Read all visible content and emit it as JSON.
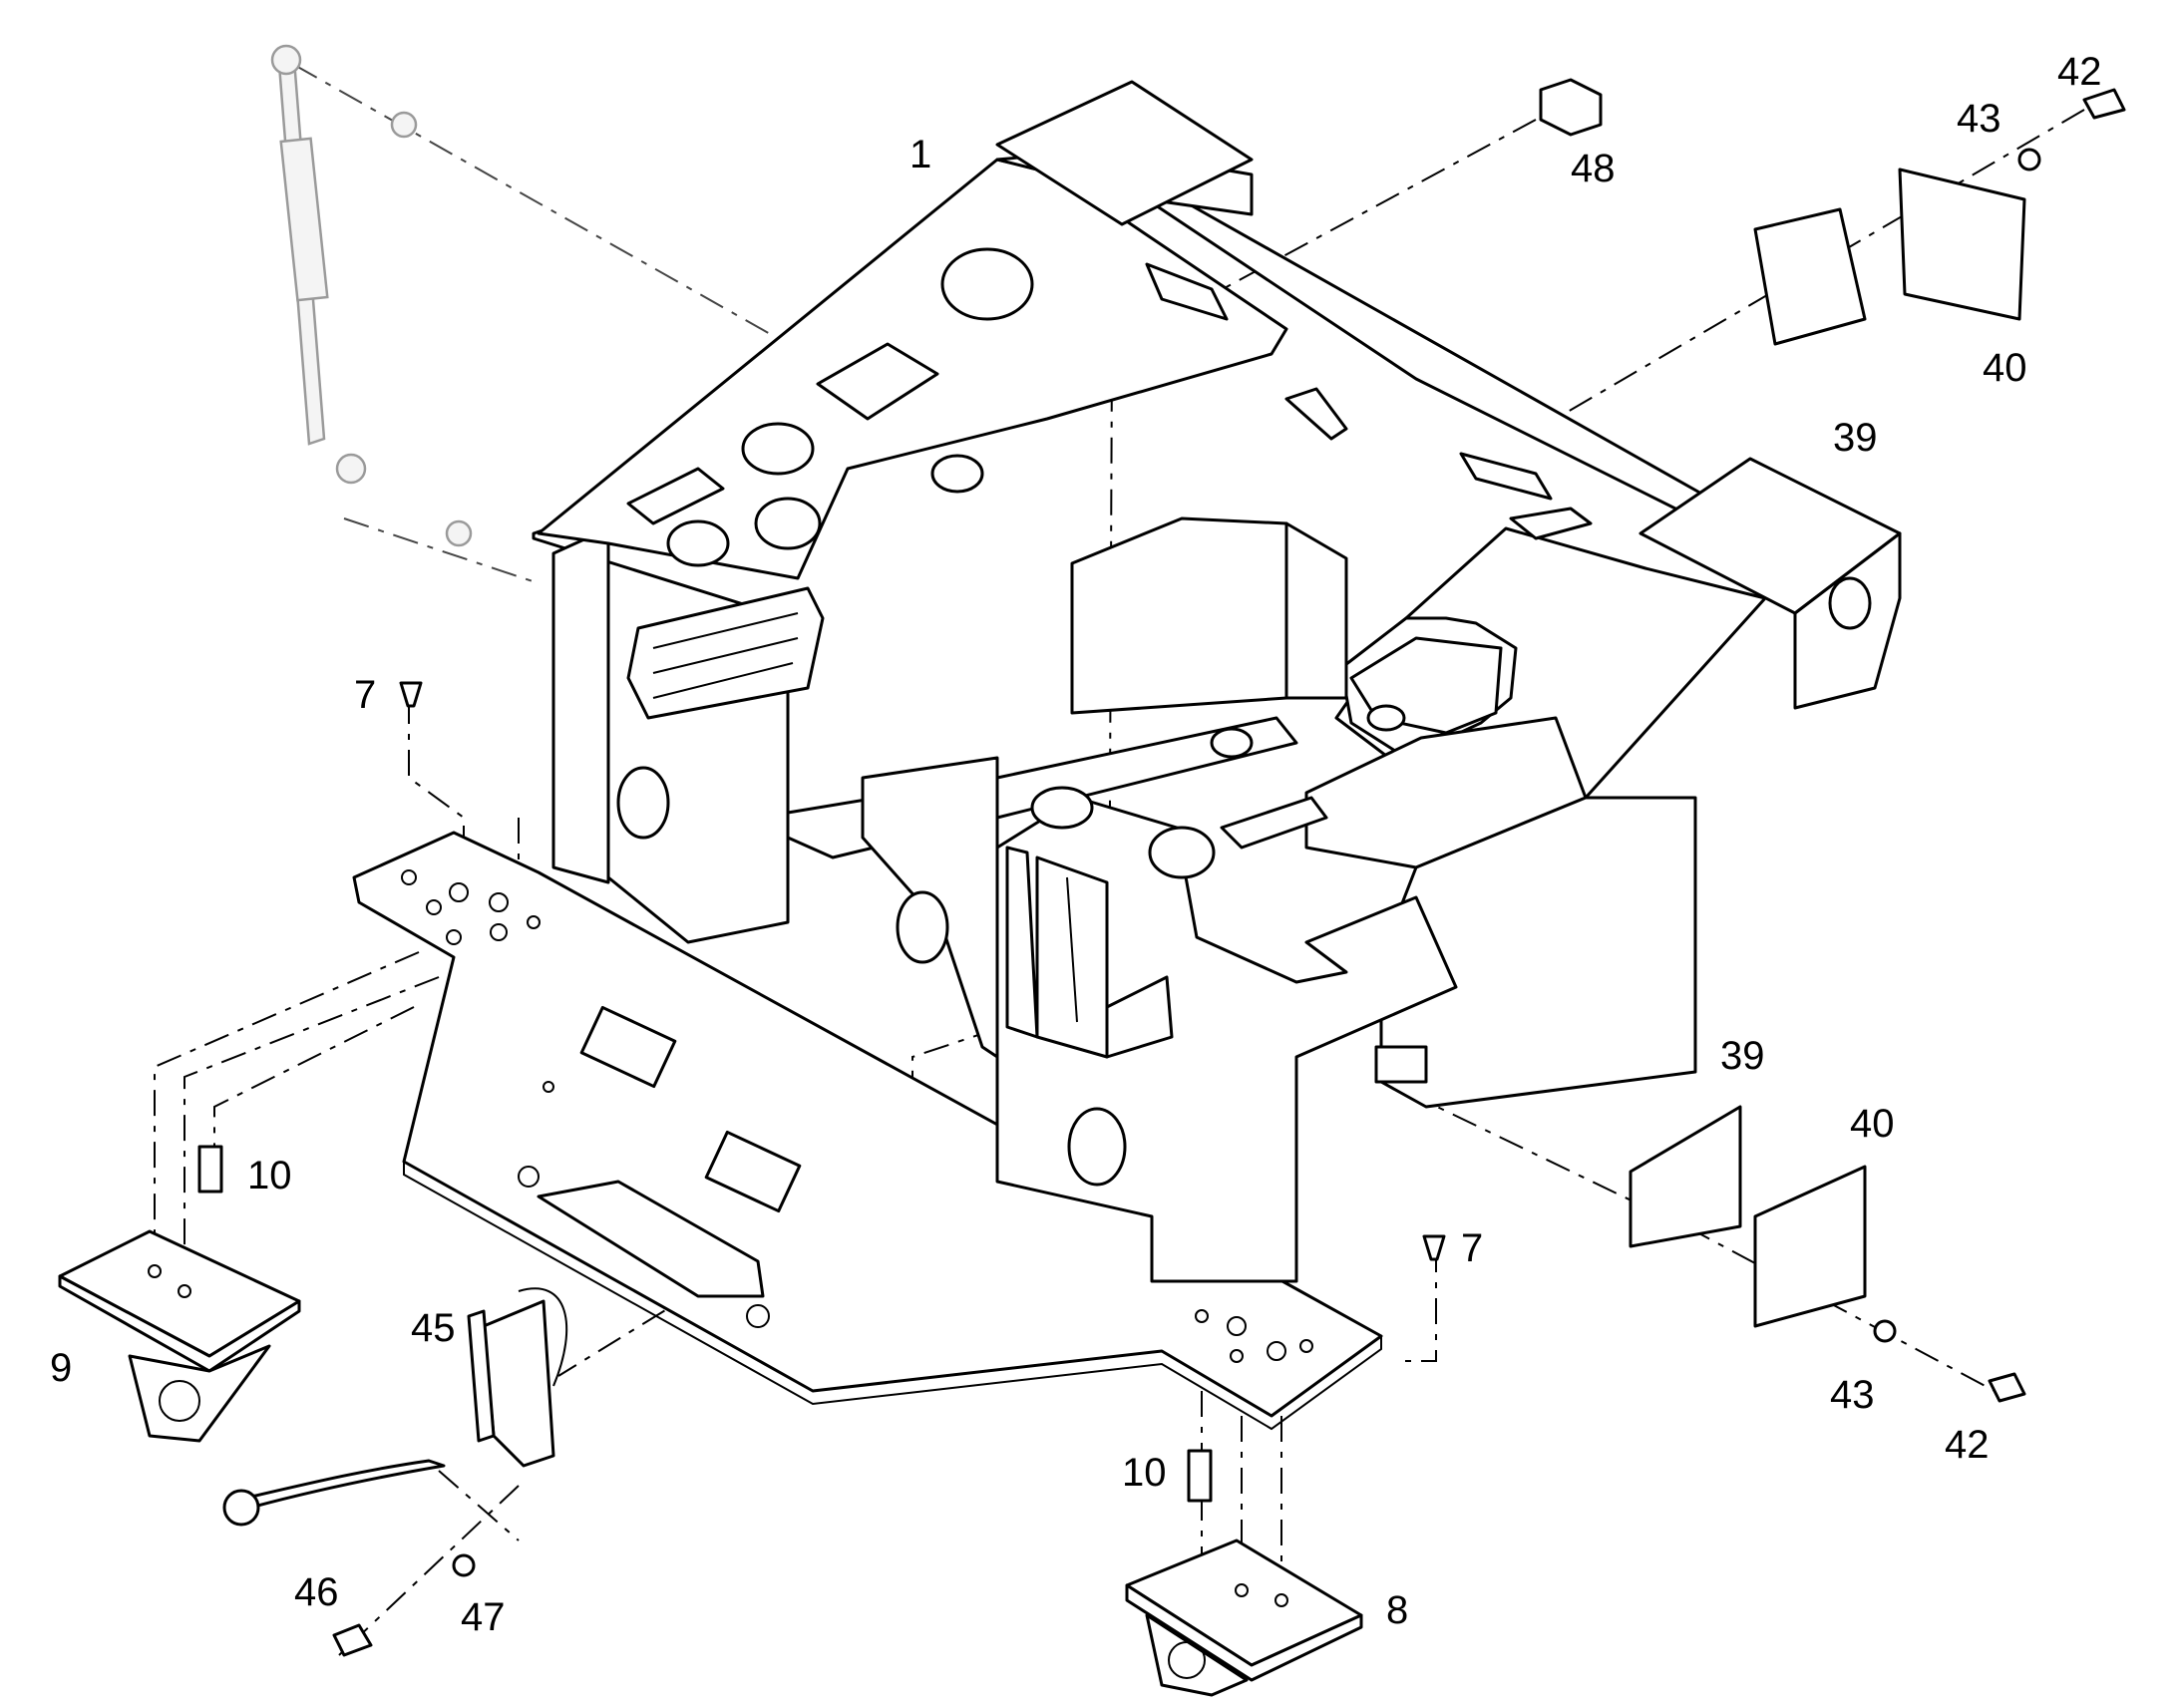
{
  "callouts": {
    "c1": "1",
    "c48": "48",
    "c42a": "42",
    "c43a": "43",
    "c40a": "40",
    "c39a": "39",
    "c7a": "7",
    "c10a": "10",
    "c9": "9",
    "c45": "45",
    "c46": "46",
    "c47": "47",
    "c39b": "39",
    "c40b": "40",
    "c7b": "7",
    "c43b": "43",
    "c42b": "42",
    "c10b": "10",
    "c8": "8"
  },
  "colors": {
    "line": "#000000",
    "ghost_part": "#9a9a9a",
    "background": "#ffffff"
  }
}
